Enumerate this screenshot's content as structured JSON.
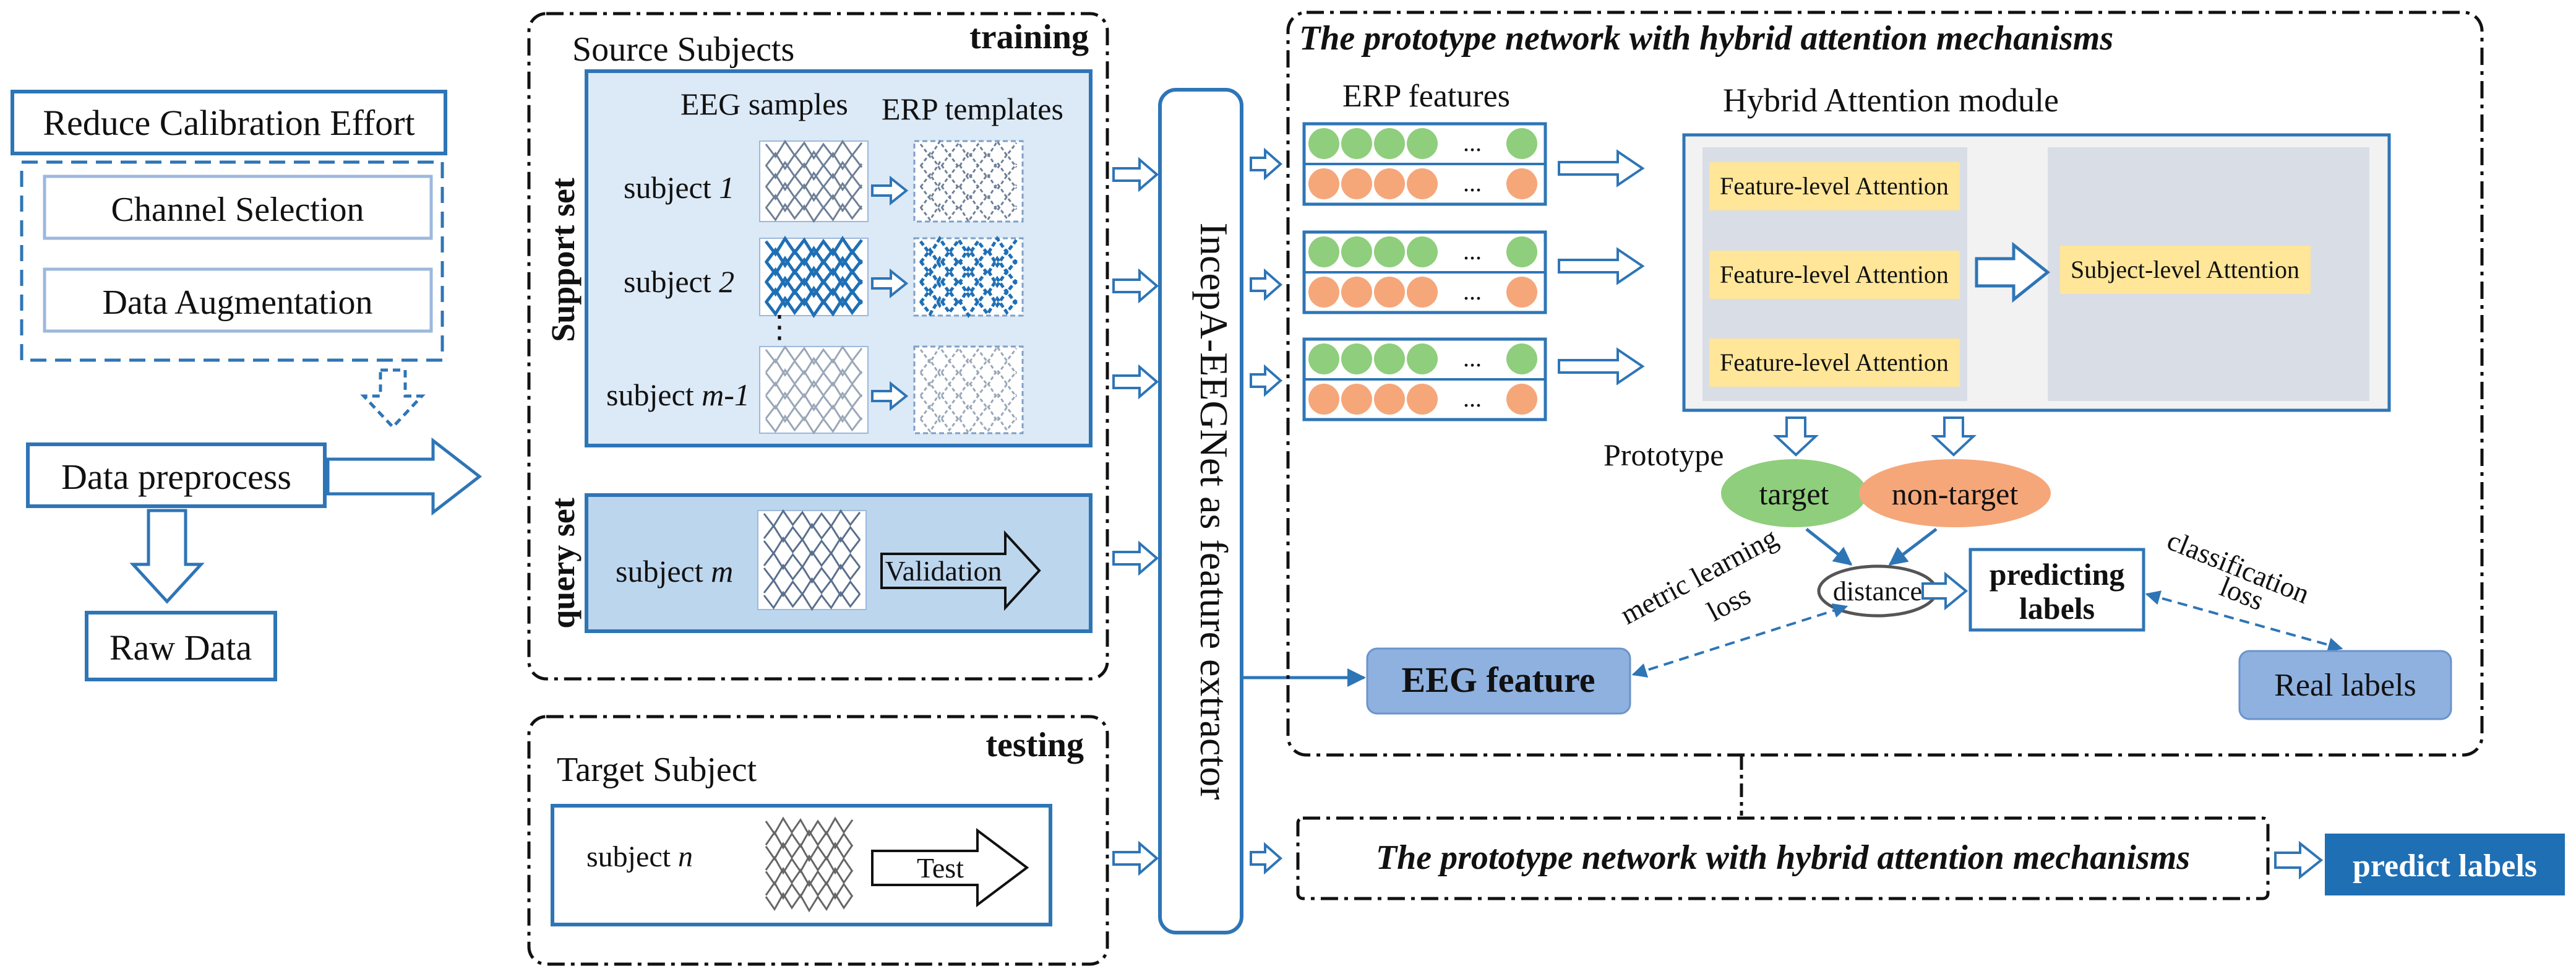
{
  "left": {
    "reduce_effort": "Reduce Calibration Effort",
    "channel_selection": "Channel Selection",
    "data_augmentation": "Data Augmentation",
    "data_preprocess": "Data preprocess",
    "raw_data": "Raw  Data"
  },
  "training": {
    "tag": "training",
    "source_subjects": "Source Subjects",
    "support_set": "Support set",
    "query_set": "query set",
    "eeg_samples": "EEG  samples",
    "erp_templates": "ERP templates",
    "subject_word": "subject",
    "subject_1_idx": "1",
    "subject_2_idx": "2",
    "subject_m1_idx": "m-1",
    "subject_m_idx": "m",
    "validation": "Validation"
  },
  "testing": {
    "tag": "testing",
    "target_subject": "Target  Subject",
    "subject_word": "subject",
    "subject_n_idx": "n",
    "test": "Test"
  },
  "extractor_label": "IncepA-EEGNet as feature extractor",
  "proto": {
    "title": "The prototype network with hybrid attention mechanisms",
    "erp_features": "ERP features",
    "ellipsis": "...",
    "hybrid_module": "Hybrid Attention module",
    "feature_attention": "Feature-level  Attention",
    "subject_attention": "Subject-level  Attention",
    "prototype": "Prototype",
    "target": "target",
    "non_target": "non-target",
    "distance": "distance",
    "predicting_labels_1": "predicting",
    "predicting_labels_2": "labels",
    "metric_loss_1": "metric learning",
    "metric_loss_2": "loss",
    "classification_loss_1": "classification",
    "classification_loss_2": "loss",
    "eeg_feature": "EEG feature",
    "real_labels": "Real labels"
  },
  "bottom": {
    "proto_title": "The prototype network with hybrid attention mechanisms",
    "predict_labels": "predict labels"
  },
  "colors": {
    "blue": "#1f6fb5",
    "light_blue": "#dce9f6",
    "mid_blue": "#bcd6ee",
    "green": "#8fce7c",
    "orange": "#f5a77a",
    "yellow": "#ffe699",
    "gray": "#d9dde6",
    "eeg_feature_fill": "#8fb1df"
  }
}
